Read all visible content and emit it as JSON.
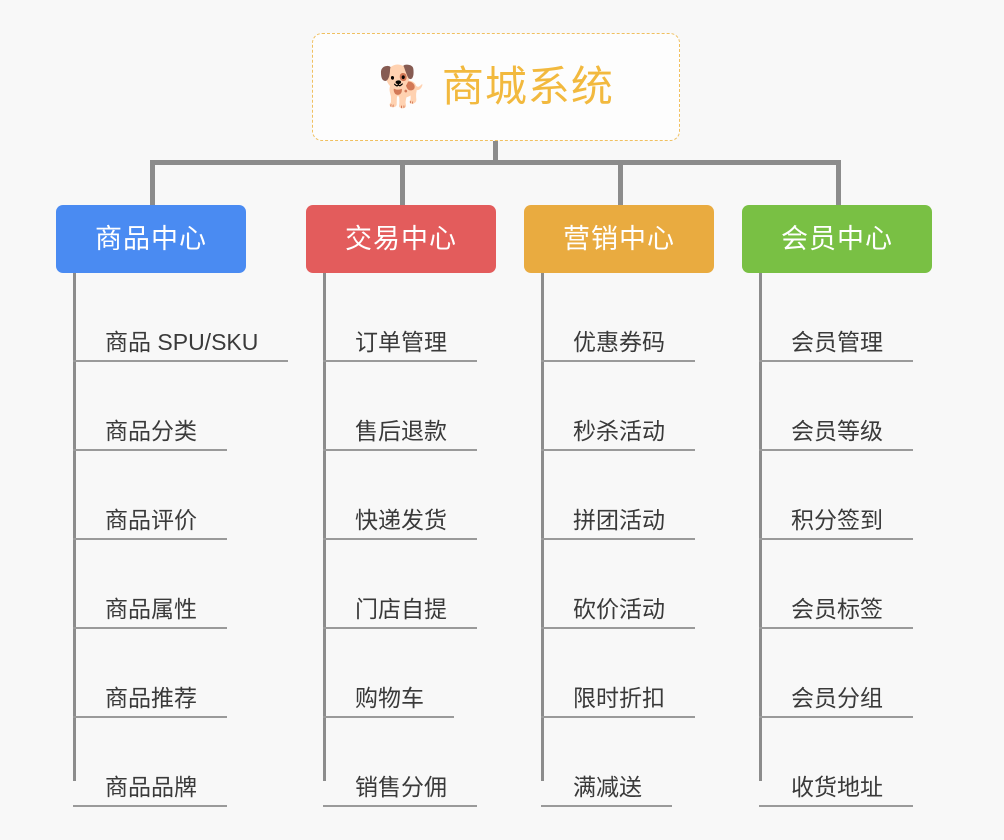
{
  "background_color": "#f8f8f8",
  "root": {
    "icon": "dog-face-emoji",
    "emoji": "🐕",
    "title": "商城系统",
    "accent_color": "#f2b93e",
    "border_color": "#f0c060"
  },
  "connector_color": "#8c8c8c",
  "columns": [
    {
      "id": "product-center",
      "label": "商品中心",
      "color": "#4a8bf2",
      "leaves": [
        "商品 SPU/SKU",
        "商品分类",
        "商品评价",
        "商品属性",
        "商品推荐",
        "商品品牌"
      ]
    },
    {
      "id": "trade-center",
      "label": "交易中心",
      "color": "#e35c5c",
      "leaves": [
        "订单管理",
        "售后退款",
        "快递发货",
        "门店自提",
        "购物车",
        "销售分佣"
      ]
    },
    {
      "id": "marketing-center",
      "label": "营销中心",
      "color": "#e9ab40",
      "leaves": [
        "优惠券码",
        "秒杀活动",
        "拼团活动",
        "砍价活动",
        "限时折扣",
        "满减送"
      ]
    },
    {
      "id": "member-center",
      "label": "会员中心",
      "color": "#79c044",
      "leaves": [
        "会员管理",
        "会员等级",
        "积分签到",
        "会员标签",
        "会员分组",
        "收货地址"
      ]
    }
  ]
}
